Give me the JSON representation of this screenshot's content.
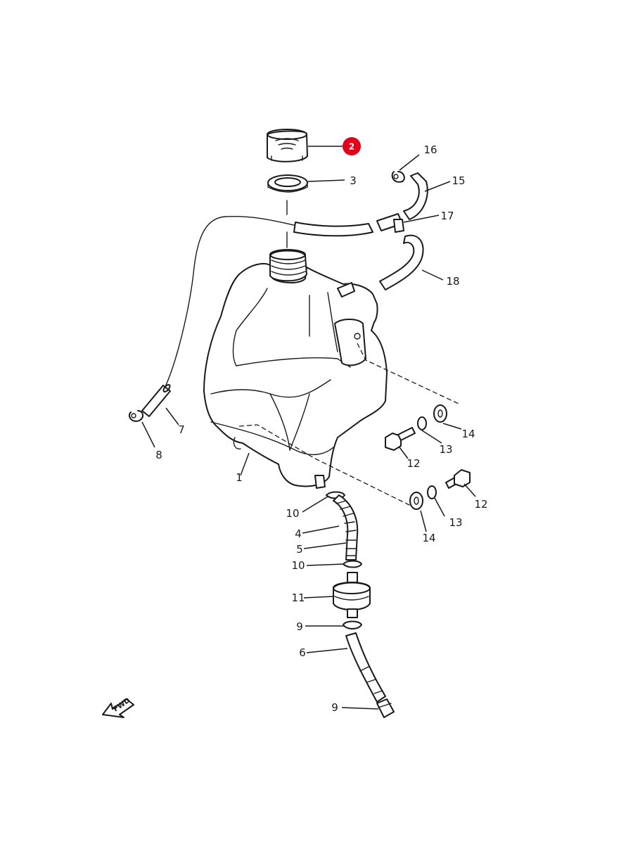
{
  "highlight_color": "#e3001b",
  "callouts": {
    "c1": "1",
    "c2": "2",
    "c3": "3",
    "c4": "4",
    "c5": "5",
    "c6": "6",
    "c7": "7",
    "c8": "8",
    "c9a": "9",
    "c9b": "9",
    "c10a": "10",
    "c10b": "10",
    "c11": "11",
    "c12a": "12",
    "c12b": "12",
    "c13a": "13",
    "c13b": "13",
    "c14a": "14",
    "c14b": "14",
    "c15": "15",
    "c16": "16",
    "c17": "17",
    "c18": "18"
  },
  "fwd_marker": "FWD"
}
